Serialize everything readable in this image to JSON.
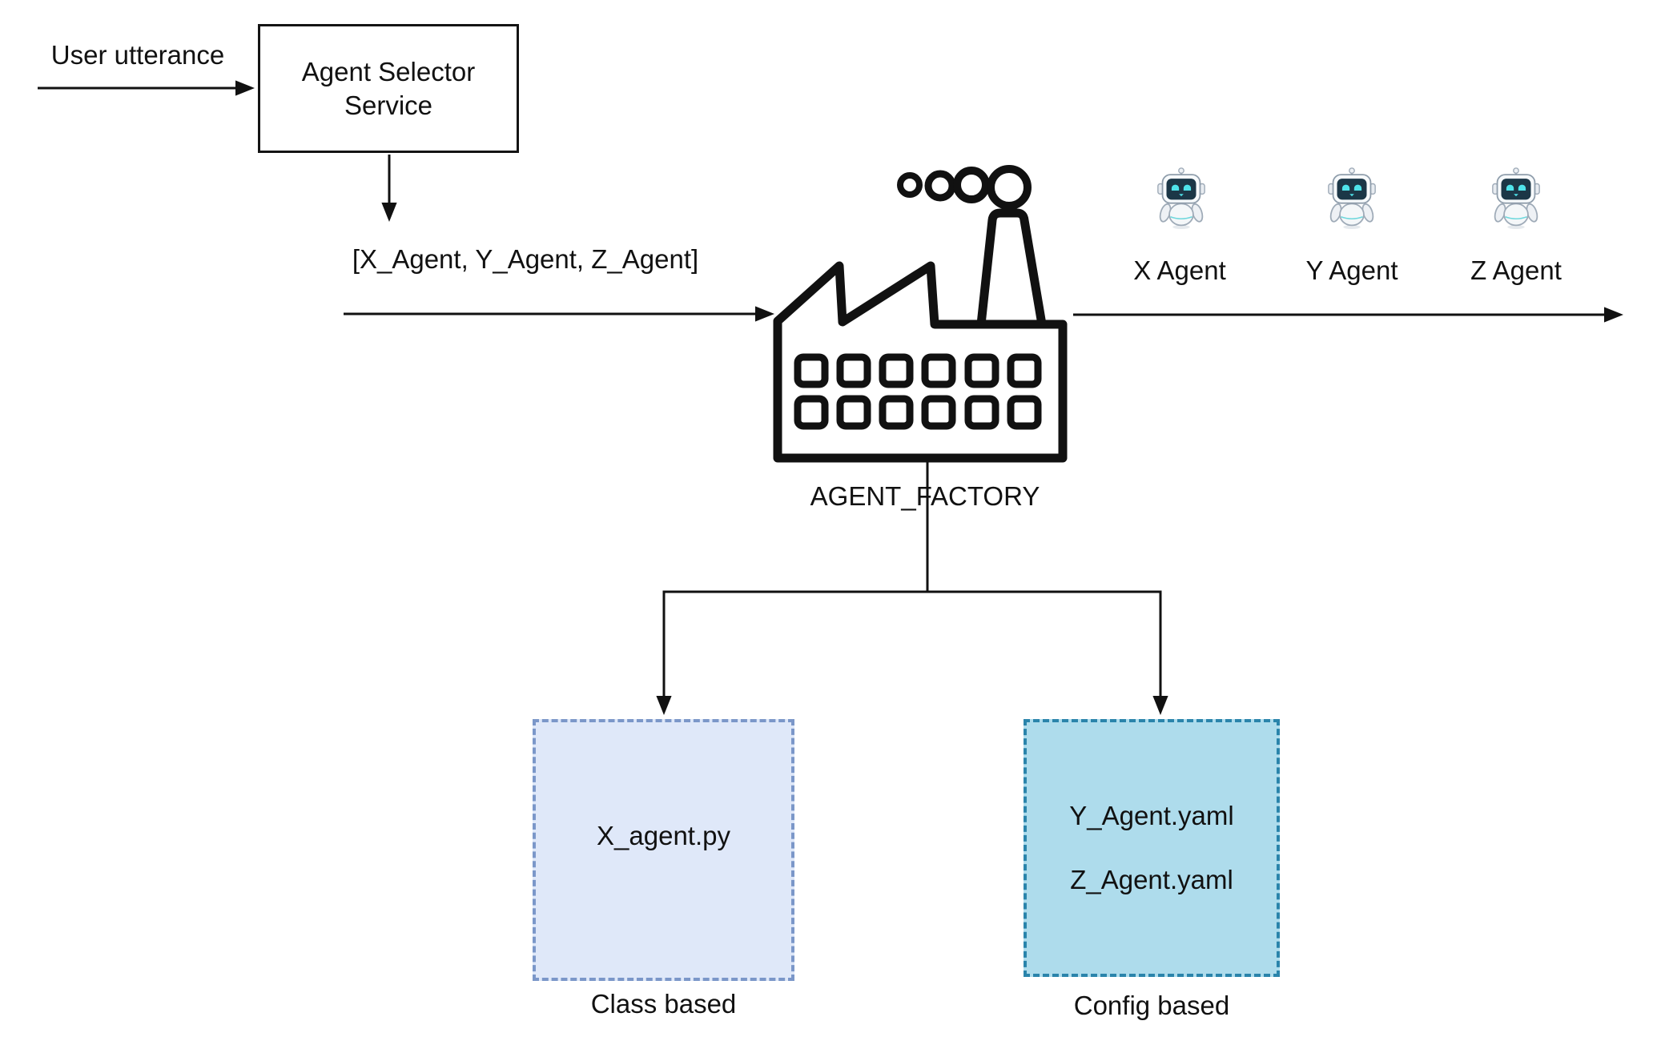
{
  "diagram": {
    "background": "#ffffff",
    "line_color": "#111111",
    "user_utterance": {
      "label": "User utterance"
    },
    "agent_selector": {
      "line1": "Agent Selector",
      "line2": "Service"
    },
    "selected_agents_list": {
      "label": "[X_Agent, Y_Agent, Z_Agent]"
    },
    "factory": {
      "label": "AGENT_FACTORY",
      "icon": "factory-icon"
    },
    "output_agents": [
      {
        "label": "X Agent",
        "icon": "robot-icon"
      },
      {
        "label": "Y Agent",
        "icon": "robot-icon"
      },
      {
        "label": "Z Agent",
        "icon": "robot-icon"
      }
    ],
    "class_based_box": {
      "files": [
        "X_agent.py"
      ],
      "caption": "Class based",
      "fill": "#dfe8f9",
      "border": "#7b97c9"
    },
    "config_based_box": {
      "files": [
        "Y_Agent.yaml",
        "Z_Agent.yaml"
      ],
      "caption": "Config based",
      "fill": "#aedcec",
      "border": "#2a84ab"
    },
    "robot_colors": {
      "screen": "#1c3747",
      "accent": "#4fe3ea"
    }
  }
}
